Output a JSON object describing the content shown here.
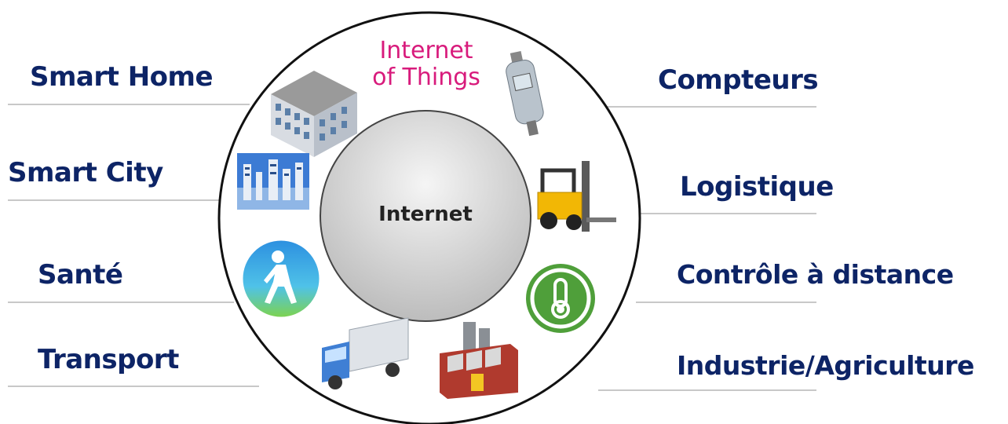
{
  "diagram": {
    "title": "Internet of Things",
    "title_line1": "Internet",
    "title_line2": "of Things",
    "center": "Internet",
    "left_categories": [
      "Smart Home",
      "Smart City",
      "Santé",
      "Transport"
    ],
    "right_categories": [
      "Compteurs",
      "Logistique",
      "Contrôle à distance",
      "Industrie/Agriculture"
    ],
    "icons": [
      "building-icon",
      "city-icon",
      "walking-person-icon",
      "truck-icon",
      "factory-icon",
      "thermometer-icon",
      "forklift-icon",
      "meter-icon"
    ]
  },
  "colors": {
    "label": "#0d2466",
    "title": "#d81b7c",
    "center_text": "#222222",
    "ring_stroke": "#111111",
    "inner_fill_light": "#f2f2f2",
    "inner_fill_dark": "#b5b5b5",
    "divider": "#c8c8c8"
  }
}
